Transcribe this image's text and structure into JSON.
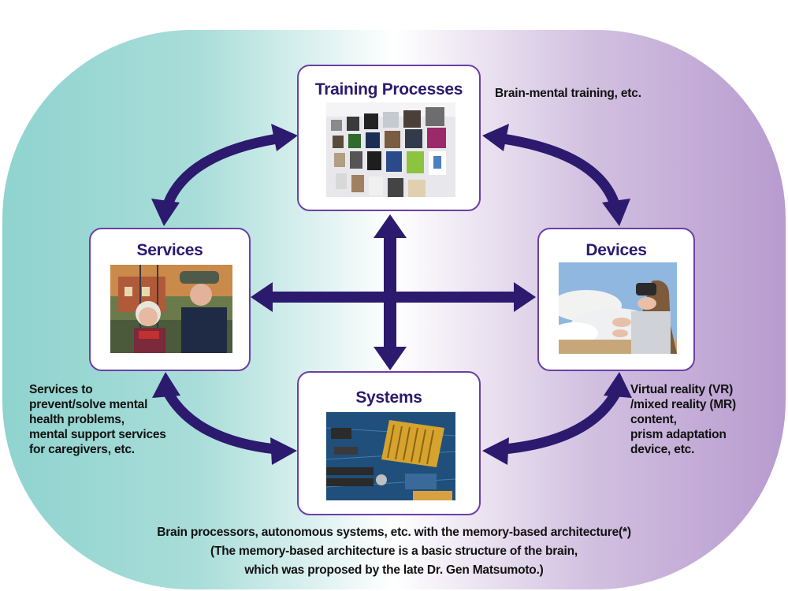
{
  "colors": {
    "background_left": "#8fd3cf",
    "background_mid": "#ffffff",
    "background_right": "#b79bcf",
    "arrow": "#2c1a6e",
    "box_border": "#6b3fa6",
    "title_text": "#2c1a6e"
  },
  "nodes": {
    "training": {
      "title": "Training Processes",
      "image": "photo of a wall of pictures",
      "note_lines": [
        "Brain-mental training, etc."
      ]
    },
    "services": {
      "title": "Services",
      "image": "photo of an elderly couple on a swing",
      "note_lines": [
        "Services to",
        "prevent/solve mental",
        "health problems,",
        "mental support services",
        "for caregivers, etc."
      ]
    },
    "devices": {
      "title": "Devices",
      "image": "photo of a woman wearing a VR headset",
      "note_lines": [
        "Virtual reality (VR)",
        "/mixed reality (MR)",
        "content,",
        "prism adaptation",
        "device, etc."
      ]
    },
    "systems": {
      "title": "Systems",
      "image": "photo of a computer circuit board",
      "note_lines": []
    }
  },
  "footer_lines": [
    "Brain processors, autonomous systems, etc. with the memory-based architecture(*)",
    "(The memory-based architecture is a basic structure of the brain,",
    "which was proposed by the late Dr. Gen Matsumoto.)"
  ]
}
